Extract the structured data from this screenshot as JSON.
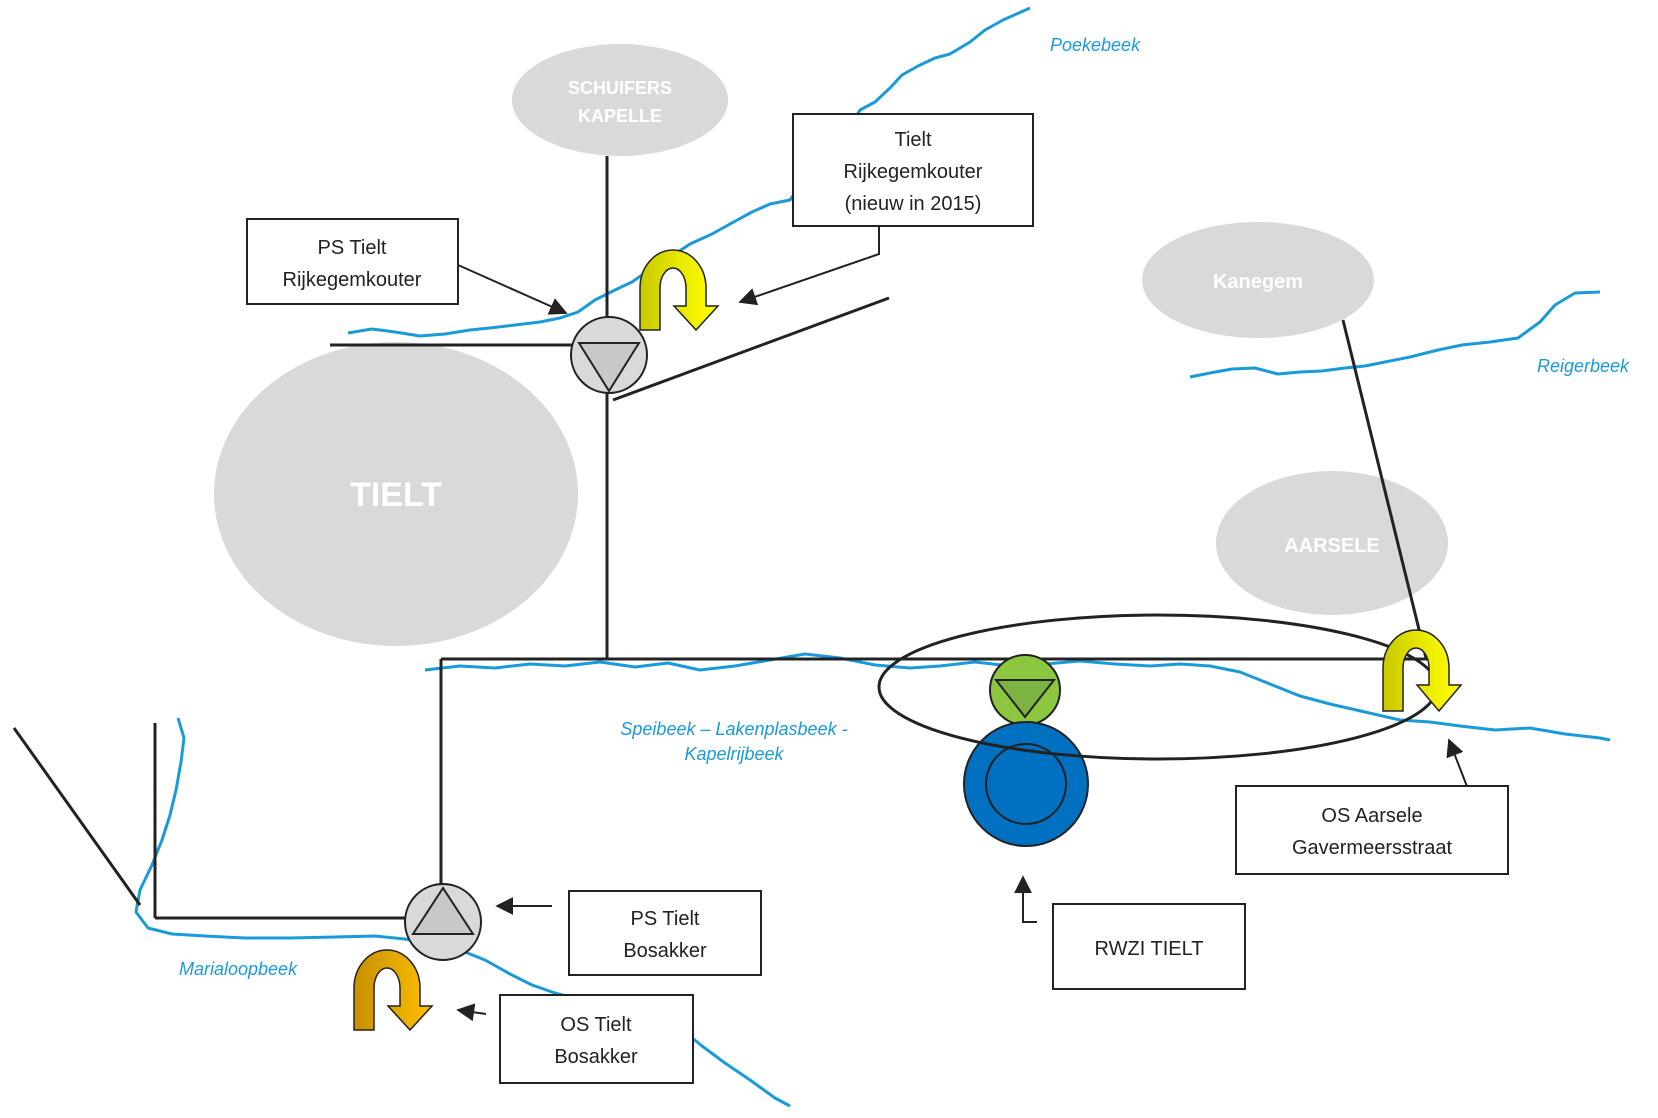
{
  "towns": {
    "schuiferskapelle_line1": "SCHUIFERS",
    "schuiferskapelle_line2": "KAPELLE",
    "tielt": "TIELT",
    "kanegem": "Kanegem",
    "aarsele": "AARSELE"
  },
  "rivers": {
    "poekebeek": "Poekebeek",
    "reigerbeek": "Reigerbeek",
    "speibeek_line1": "Speibeek – Lakenplasbeek -",
    "speibeek_line2": "Kapelrijbeek",
    "marialoopbeek": "Marialoopbeek"
  },
  "boxes": {
    "tielt_rijkegemkouter_new": {
      "line1": "Tielt",
      "line2": "Rijkegemkouter",
      "line3": "(nieuw in 2015)"
    },
    "ps_tielt_rijkegemkouter": {
      "line1": "PS Tielt",
      "line2": "Rijkegemkouter"
    },
    "ps_tielt_bosakker": {
      "line1": "PS Tielt",
      "line2": "Bosakker"
    },
    "os_tielt_bosakker": {
      "line1": "OS Tielt",
      "line2": "Bosakker"
    },
    "rwzi_tielt": {
      "line1": "RWZI TIELT"
    },
    "os_aarsele": {
      "line1": "OS Aarsele",
      "line2": "Gavermeersstraat"
    }
  },
  "colors": {
    "river": "#1a9ad9",
    "town_fill": "#d9d9d9",
    "pump_fill": "#d9d9d9",
    "rwzi_green": "#8dc63f",
    "rwzi_blue": "#0070c0",
    "overflow_yellow": "#ffff00",
    "overflow_orange": "#ffc000",
    "line": "#222222"
  }
}
